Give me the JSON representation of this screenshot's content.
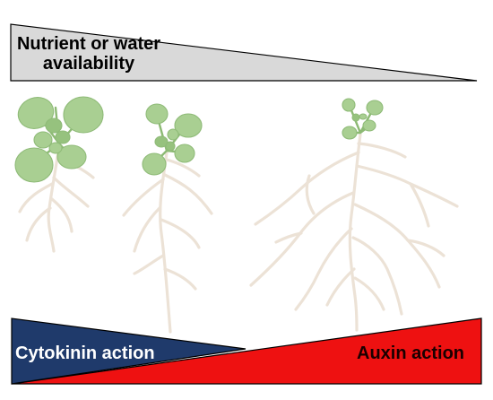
{
  "gradient_top": {
    "label": "Nutrient or water availability",
    "fill_color": "#d9d9d9",
    "stroke_color": "#000000"
  },
  "gradient_bottom": {
    "left_label": "Cytokinin action",
    "right_label": "Auxin action",
    "cytokinin_color": "#1f3a6b",
    "auxin_color": "#ee1111"
  },
  "plants": [
    {
      "name": "high-availability-seedling",
      "rosette": "large",
      "root_system": "short"
    },
    {
      "name": "medium-availability-seedling",
      "rosette": "medium",
      "root_system": "medium"
    },
    {
      "name": "low-availability-seedling",
      "rosette": "small",
      "root_system": "extensive"
    }
  ],
  "colors": {
    "leaf": "#a9cf92",
    "root": "#ece2d6"
  }
}
